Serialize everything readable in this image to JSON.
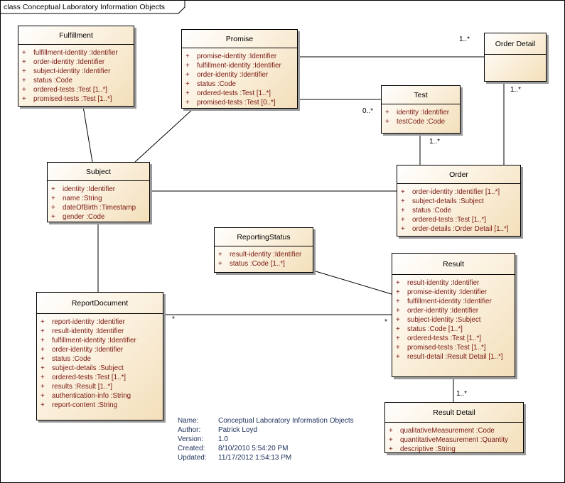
{
  "frame": {
    "label": "class Conceptual Laboratory Information Objects"
  },
  "classes": {
    "fulfillment": {
      "name": "Fulfillment",
      "attrs": [
        "fulfillment-identity  :Identifier",
        "order-identity  :Identifier",
        "subject-identity  :Identifier",
        "status  :Code",
        "ordered-tests  :Test [1..*]",
        "promised-tests  :Test [1..*]"
      ]
    },
    "promise": {
      "name": "Promise",
      "attrs": [
        "promise-identity  :Identifier",
        "fulfillment-identity  :Identifier",
        "order-identity  :Identifier",
        "status  :Code",
        "ordered-tests  :Test [1..*]",
        "promised-tests  :Test [0..*]"
      ]
    },
    "order_detail": {
      "name": "Order Detail",
      "attrs": []
    },
    "test": {
      "name": "Test",
      "attrs": [
        "identity  :Identifier",
        "testCode  :Code"
      ]
    },
    "subject": {
      "name": "Subject",
      "attrs": [
        "identity  :Identifier",
        "name  :String",
        "dateOfBirth  :Timestamp",
        "gender  :Code"
      ]
    },
    "order": {
      "name": "Order",
      "attrs": [
        "order-identity  :Identifier [1..*]",
        "subject-details  :Subject",
        "status  :Code",
        "ordered-tests  :Test [1..*]",
        "order-details  :Order Detail [1..*]"
      ]
    },
    "reporting_status": {
      "name": "ReportingStatus",
      "attrs": [
        "result-identity  :Identifier",
        "status  :Code [1..*]"
      ]
    },
    "result": {
      "name": "Result",
      "attrs": [
        "result-identity  :Identifier",
        "promise-identity  :Identifier",
        "fulfillment-identity  :Identifier",
        "order-identity  :Identifier",
        "subject-identity  :Subject",
        "status  :Code [1..*]",
        "ordered-tests  :Test [1..*]",
        "promised-tests  :Test [1..*]",
        "result-detail  :Result Detail [1..*]"
      ]
    },
    "report_document": {
      "name": "ReportDocument",
      "attrs": [
        "report-identity  :Identifier",
        "result-identity  :Identifier",
        "fulfillment-identity  :Identifier",
        "order-identity  :Identifier",
        "status  :Code",
        "subject-details  :Subject",
        "ordered-tests  :Test [1..*]",
        "results  :Result [1..*]",
        "authentication-info  :String",
        "report-content  :String"
      ]
    },
    "result_detail": {
      "name": "Result Detail",
      "attrs": [
        "qualitativeMeasurement  :Code",
        "quantitativeMeasurement  :Quantity",
        "descriptive  :String"
      ]
    }
  },
  "visibility_symbol": "+",
  "multiplicities": {
    "promise_order_detail": "1..*",
    "order_detail_order": "1..*",
    "promise_test": "0..*",
    "test_order": "1..*",
    "report_document_result_left": "*",
    "report_document_result_right": "*",
    "result_result_detail": "1..*"
  },
  "notes": {
    "name_key": "Name:",
    "name_value": "Conceptual Laboratory Information Objects",
    "author_key": "Author:",
    "author_value": "Patrick Loyd",
    "version_key": "Version:",
    "version_value": "1.0",
    "created_key": "Created:",
    "created_value": "8/10/2010 5:54:20 PM",
    "updated_key": "Updated:",
    "updated_value": "11/17/2012 1:54:13 PM"
  }
}
